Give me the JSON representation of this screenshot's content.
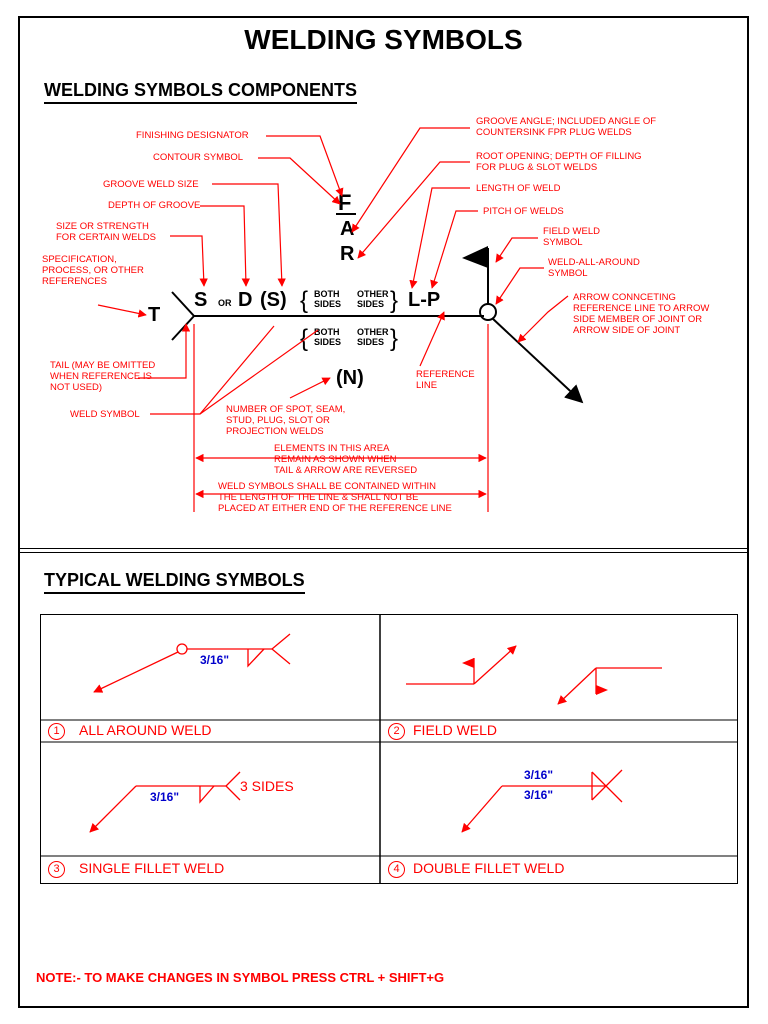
{
  "title": "WELDING SYMBOLS",
  "section1": {
    "heading": "WELDING SYMBOLS COMPONENTS"
  },
  "section2": {
    "heading": "TYPICAL WELDING SYMBOLS"
  },
  "labels": {
    "finishing": "FINISHING DESIGNATOR",
    "contour": "CONTOUR SYMBOL",
    "groove_size": "GROOVE WELD SIZE",
    "depth": "DEPTH OF GROOVE",
    "size1": "SIZE OR STRENGTH",
    "size2": "FOR CERTAIN WELDS",
    "spec1": "SPECIFICATION,",
    "spec2": "PROCESS, OR OTHER",
    "spec3": "REFERENCES",
    "tail1": "TAIL (MAY BE OMITTED",
    "tail2": "WHEN REFERENCE IS",
    "tail3": "NOT USED)",
    "weld_symbol": "WELD SYMBOL",
    "num1": "NUMBER OF SPOT, SEAM,",
    "num2": "STUD, PLUG, SLOT OR",
    "num3": "PROJECTION WELDS",
    "elem1": "ELEMENTS IN THIS AREA",
    "elem2": "REMAIN AS SHOWN WHEN",
    "elem3": "TAIL & ARROW ARE REVERSED",
    "ws1": "WELD SYMBOLS SHALL BE CONTAINED WITHIN",
    "ws2": "THE LENGTH OF THE LINE & SHALL NOT BE",
    "ws3": "PLACED AT EITHER END OF THE REFERENCE LINE",
    "groove_angle1": "GROOVE ANGLE; INCLUDED ANGLE OF",
    "groove_angle2": "COUNTERSINK FPR PLUG WELDS",
    "root1": "ROOT OPENING; DEPTH OF FILLING",
    "root2": "FOR PLUG & SLOT WELDS",
    "length": "LENGTH OF WELD",
    "pitch": "PITCH OF WELDS",
    "field1": "FIELD WELD",
    "field2": "SYMBOL",
    "allaround1": "WELD-ALL-AROUND",
    "allaround2": "SYMBOL",
    "arrow1": "ARROW CONNCETING",
    "arrow2": "REFERENCE LINE TO ARROW",
    "arrow3": "SIDE MEMBER OF JOINT OR",
    "arrow4": "ARROW SIDE OF JOINT",
    "ref1": "REFERENCE",
    "ref2": "LINE"
  },
  "symbols": {
    "F": "F",
    "A": "A",
    "R": "R",
    "T": "T",
    "S": "S",
    "or": "OR",
    "D": "D",
    "S_paren": "(S)",
    "LP": "L-P",
    "N": "(N)",
    "both1": "BOTH",
    "sides1": "SIDES",
    "other1": "OTHER",
    "osides1": "SIDES",
    "both2": "BOTH",
    "sides2": "SIDES",
    "other2": "OTHER",
    "osides2": "SIDES"
  },
  "panels": [
    {
      "num": "1",
      "caption": "ALL AROUND WELD",
      "size": "3/16\""
    },
    {
      "num": "2",
      "caption": "FIELD WELD"
    },
    {
      "num": "3",
      "caption": "SINGLE FILLET WELD",
      "size": "3/16\"",
      "note": "3 SIDES"
    },
    {
      "num": "4",
      "caption": "DOUBLE FILLET WELD",
      "size_top": "3/16\"",
      "size_bottom": "3/16\""
    }
  ],
  "note": "NOTE:- TO MAKE CHANGES IN SYMBOL PRESS CTRL + SHIFT+G",
  "colors": {
    "red": "#ff0000",
    "blue": "#0000cc",
    "black": "#000000"
  }
}
